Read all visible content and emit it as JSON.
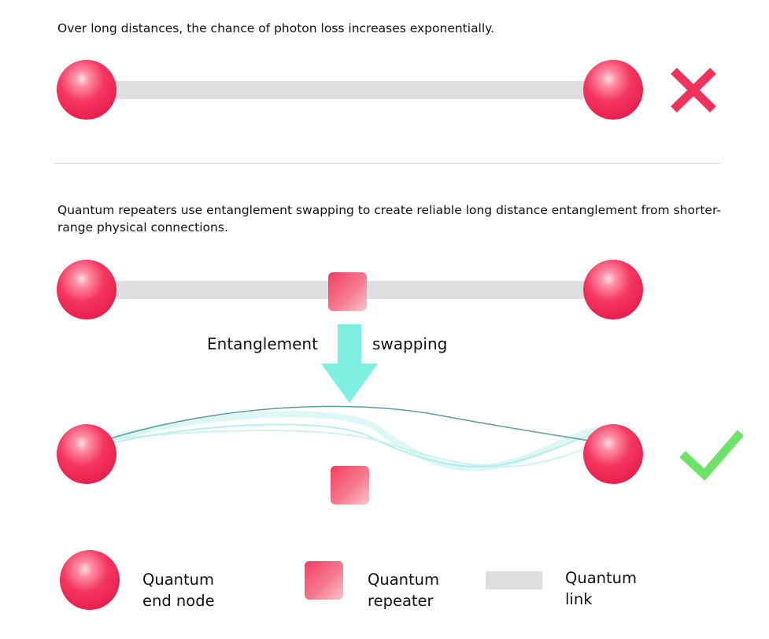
{
  "top_caption": "Over long distances, the chance of photon loss increases exponentially.",
  "bottom_caption": "Quantum repeaters use entanglement swapping to create reliable long distance entanglement from shorter-range physical connections.",
  "swap_label": {
    "left": "Entanglement",
    "right": "swapping"
  },
  "legend": {
    "node": {
      "line1": "Quantum",
      "line2": "end node"
    },
    "repeater": {
      "line1": "Quantum",
      "line2": "repeater"
    },
    "link": {
      "line1": "Quantum",
      "line2": "link"
    }
  },
  "colors": {
    "node": "#f0325c",
    "repeater": "#f26a7e",
    "link": "#dedede",
    "arrow": "#7ef0e2",
    "fail_mark": "#f0325c",
    "success_mark": "#6ee36a",
    "entangle_line": "#5a9e96"
  },
  "icons": {
    "fail": "cross-icon",
    "success": "check-icon"
  }
}
